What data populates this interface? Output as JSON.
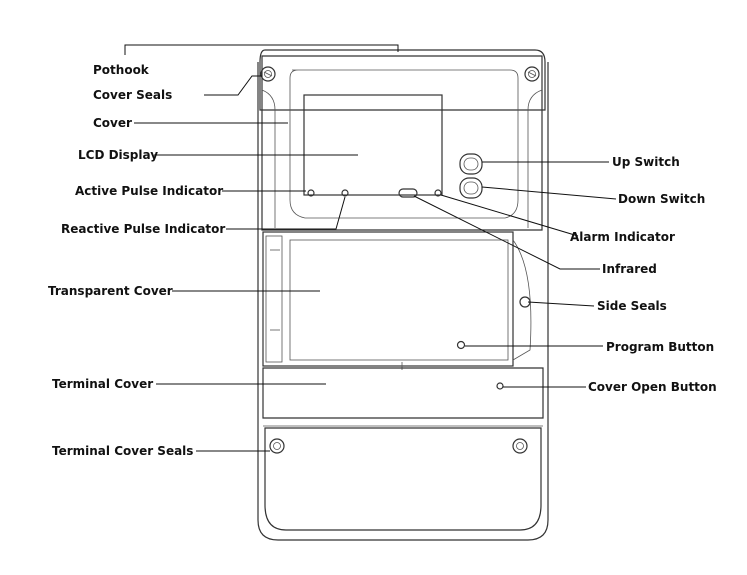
{
  "labels": {
    "pothook": "Pothook",
    "cover_seals": "Cover Seals",
    "cover": "Cover",
    "lcd_display": "LCD Display",
    "active_pulse_indicator": "Active Pulse Indicator",
    "reactive_pulse_indicator": "Reactive Pulse Indicator",
    "transparent_cover": "Transparent Cover",
    "terminal_cover": "Terminal Cover",
    "terminal_cover_seals": "Terminal Cover Seals",
    "up_switch": "Up Switch",
    "down_switch": "Down Switch",
    "alarm_indicator": "Alarm Indicator",
    "infrared": "Infrared",
    "side_seals": "Side Seals",
    "program_button": "Program Button",
    "cover_open_button": "Cover Open Button"
  }
}
